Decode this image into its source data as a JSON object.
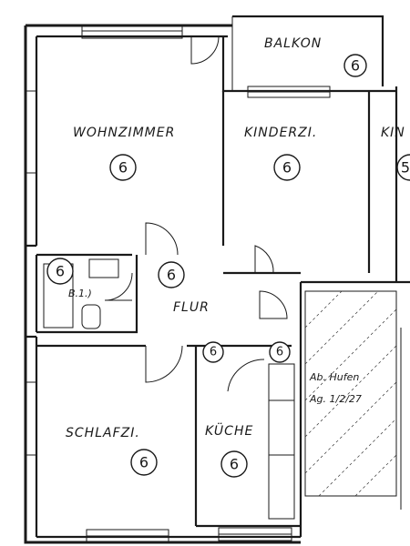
{
  "rooms": {
    "balkon": {
      "label": "BALKON",
      "marker": "6"
    },
    "wohnzimmer": {
      "label": "WOHNZIMMER",
      "marker": "6"
    },
    "kinderzi": {
      "label": "KINDERZI.",
      "marker": "6"
    },
    "kinderzi2": {
      "label": "KIN",
      "marker": "5"
    },
    "bad": {
      "label": "B.1.)",
      "marker": "6"
    },
    "flur": {
      "label": "FLUR",
      "marker": "6"
    },
    "schlafzi": {
      "label": "SCHLAFZI.",
      "marker": "6"
    },
    "kueche": {
      "label": "KÜCHE",
      "marker": "6"
    }
  },
  "markers": {
    "hall_a": "6",
    "hall_b": "6"
  },
  "annotation": {
    "line1": "Ab. Hufen",
    "line2": "Ag. 1/2/27"
  }
}
